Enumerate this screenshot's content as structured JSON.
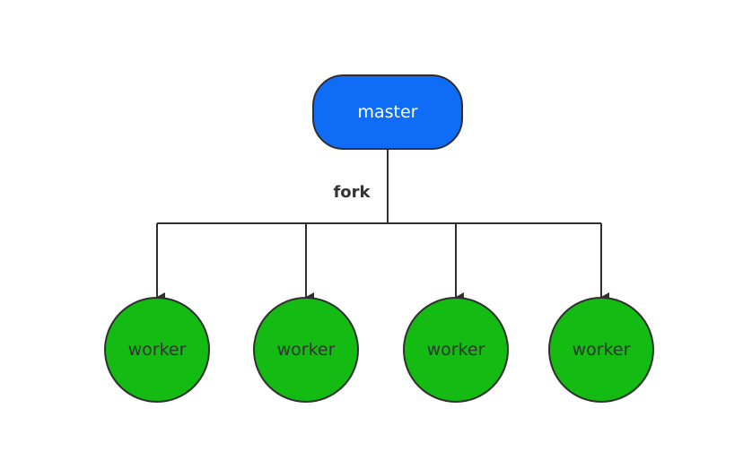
{
  "diagram": {
    "master": {
      "label": "master",
      "fill": "#0f6cf6",
      "text_color": "#ffffff"
    },
    "edge_label": "fork",
    "workers": [
      {
        "label": "worker"
      },
      {
        "label": "worker"
      },
      {
        "label": "worker"
      },
      {
        "label": "worker"
      }
    ],
    "worker_fill": "#13bb13",
    "worker_text_color": "#333333",
    "stroke_color": "#2f2f2f"
  }
}
